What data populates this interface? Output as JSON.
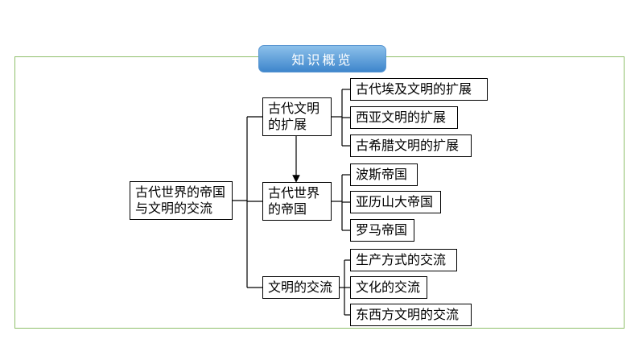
{
  "title": "知识概览",
  "root": "古代世界的帝国与文明的交流",
  "branches": [
    {
      "label": "古代文明的扩展",
      "children": [
        "古代埃及文明的扩展",
        "西亚文明的扩展",
        "古希腊文明的扩展"
      ]
    },
    {
      "label": "古代世界的帝国",
      "children": [
        "波斯帝国",
        "亚历山大帝国",
        "罗马帝国"
      ]
    },
    {
      "label": "文明的交流",
      "children": [
        "生产方式的交流",
        "文化的交流",
        "东西方文明的交流"
      ]
    }
  ],
  "colors": {
    "frame_border": "#8fbf6a",
    "title_fill_top": "#8cc0ea",
    "title_fill_bottom": "#3e86cc"
  }
}
